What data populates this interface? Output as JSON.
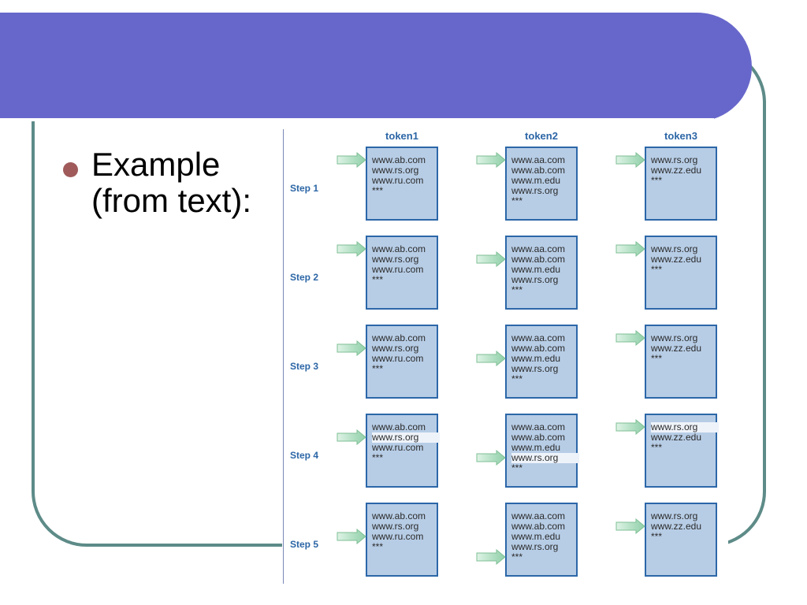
{
  "slide": {
    "bullet_text_line1": "Example",
    "bullet_text_line2": "(from text):"
  },
  "figure": {
    "tokens": [
      "token1",
      "token2",
      "token3"
    ],
    "steps": [
      "Step 1",
      "Step 2",
      "Step 3",
      "Step 4",
      "Step 5"
    ],
    "lists": [
      [
        "www.ab.com",
        "www.rs.org",
        "www.ru.com",
        "***"
      ],
      [
        "www.aa.com",
        "www.ab.com",
        "www.m.edu",
        "www.rs.org",
        "***"
      ],
      [
        "www.rs.org",
        "www.zz.edu",
        "***"
      ]
    ],
    "pointer_positions": [
      [
        0,
        0,
        0
      ],
      [
        0,
        1,
        0
      ],
      [
        1,
        2,
        0
      ],
      [
        1,
        3,
        0
      ],
      [
        2,
        4,
        1
      ]
    ],
    "highlighted_entries": {
      "step": 4,
      "positions": [
        1,
        3,
        0
      ]
    }
  },
  "colors": {
    "banner": "#6767cb",
    "frame": "#5d8b88",
    "bullet": "#a05a5a",
    "box_fill": "#b7cde6",
    "box_border": "#2c67a8",
    "label_blue": "#2c66a6"
  }
}
